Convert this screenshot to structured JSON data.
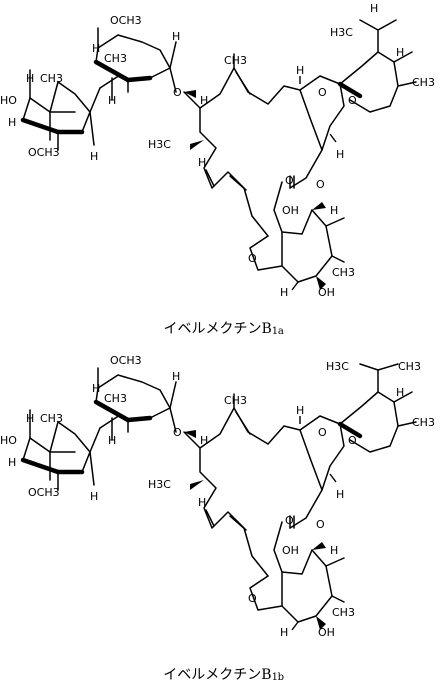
{
  "structures": [
    {
      "caption": {
        "name": "イベルメクチン",
        "prefix": "B",
        "suffix": "1a"
      },
      "side_chain": {
        "left": "H3C",
        "right": ""
      },
      "labels": {
        "ome_top": "OCH3",
        "ch3_sugar_a": "CH3",
        "ch3_sugar_b": "CH3",
        "ome_bottom": "OCH3",
        "ho": "HO",
        "h3c_mid": "H3C",
        "ch3_right": "CH3",
        "ch3_bottom": "CH3",
        "oh_mid": "OH",
        "oh_bottom": "OH",
        "h": "H",
        "o": "O"
      }
    },
    {
      "caption": {
        "name": "イベルメクチン",
        "prefix": "B",
        "suffix": "1b"
      },
      "side_chain": {
        "left": "H3C",
        "right": "CH3"
      },
      "labels": {
        "ome_top": "OCH3",
        "ch3_sugar_a": "CH3",
        "ch3_sugar_b": "CH3",
        "ome_bottom": "OCH3",
        "ho": "HO",
        "h3c_mid": "H3C",
        "ch3_right": "CH3",
        "ch3_bottom": "CH3",
        "oh_mid": "OH",
        "oh_bottom": "OH",
        "h": "H",
        "o": "O"
      }
    }
  ]
}
